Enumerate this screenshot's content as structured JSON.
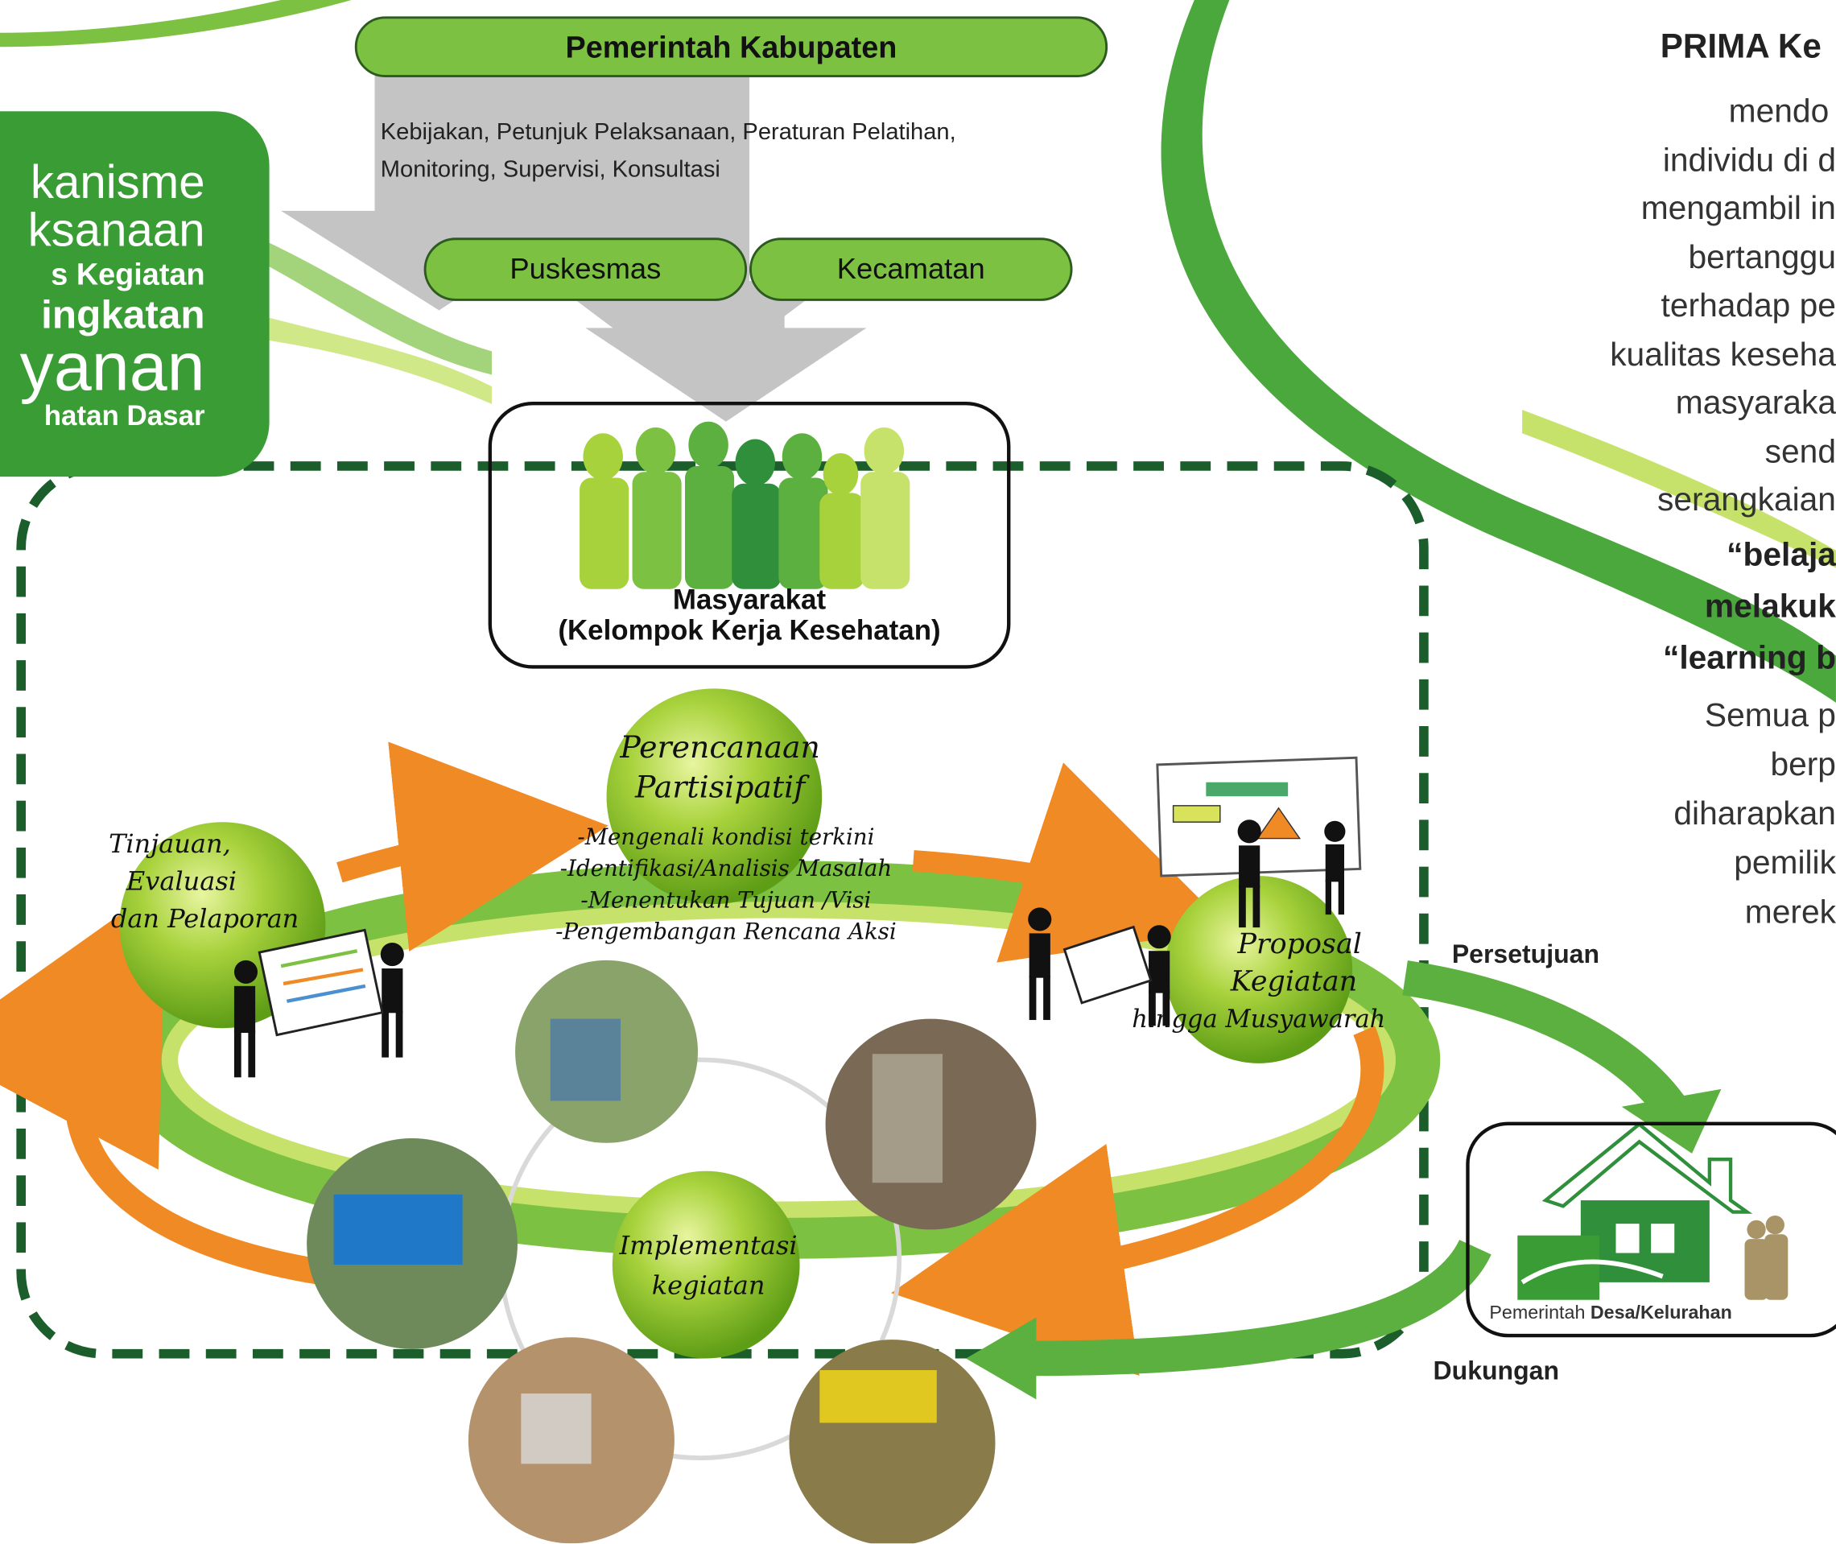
{
  "colors": {
    "dark_green": "#1f6e2a",
    "mid_green": "#3a9c34",
    "lime": "#8cc63f",
    "pill_fill": "#7cc142",
    "arrow_gray": "#c4c4c4",
    "orange": "#f08a24",
    "dash_green": "#1c5e2b"
  },
  "left_box": {
    "lines": [
      "kanisme",
      "ksanaan",
      "s Kegiatan",
      "ingkatan",
      "yanan",
      "hatan Dasar"
    ]
  },
  "top_pill": {
    "label": "Pemerintah Kabupaten"
  },
  "top_text": {
    "line1": "Kebijakan, Petunjuk Pelaksanaan, Peraturan Pelatihan,",
    "line2": "Monitoring, Supervisi, Konsultasi"
  },
  "mid_pills": {
    "left": "Puskesmas",
    "right": "Kecamatan"
  },
  "masyarakat": {
    "line1": "Masyarakat",
    "line2": "(Kelompok Kerja Kesehatan)"
  },
  "cycle": {
    "planning": {
      "title1": "Perencanaan",
      "title2": "Partisipatif",
      "items": [
        "-Mengenali kondisi terkini",
        "-Identifikasi/Analisis Masalah",
        "-Menentukan Tujuan /Visi",
        "-Pengembangan Rencana Aksi"
      ]
    },
    "review": {
      "line1": "Tinjauan,",
      "line2": "Evaluasi",
      "line3": "dan Pelaporan"
    },
    "proposal": {
      "line1": "Proposal",
      "line2": "Kegiatan",
      "line3": "hingga Musyawarah"
    },
    "implementation": {
      "line1": "Implementasi",
      "line2": "kegiatan"
    }
  },
  "labels": {
    "approval": "Persetujuan",
    "support": "Dukungan"
  },
  "village": {
    "label_plain": "Pemerintah ",
    "label_bold": "Desa/Kelurahan"
  },
  "right_text": {
    "title": "PRIMA Ke",
    "lines": [
      "mendo",
      "individu di d",
      "mengambil in",
      "bertanggu",
      "terhadap pe",
      "kualitas keseha",
      "masyaraka",
      "send",
      "serangkaian"
    ],
    "bold_lines": [
      "“belaja",
      "melakuk",
      "“learning b"
    ],
    "tail_lines": [
      "Semua p",
      "berp",
      "diharapkan",
      "pemilik",
      "merek"
    ]
  }
}
